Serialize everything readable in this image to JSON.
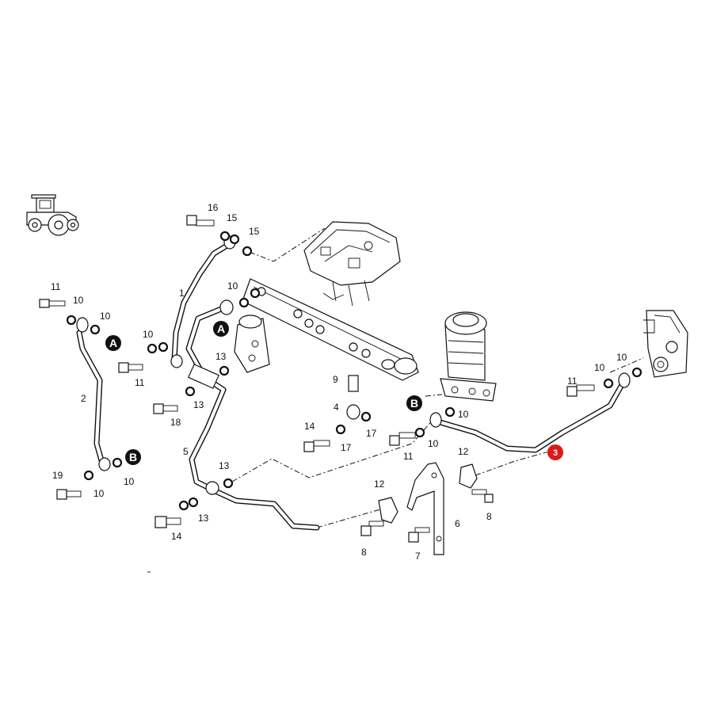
{
  "diagram": {
    "part_labels": [
      "1",
      "2",
      "3",
      "4",
      "5",
      "6",
      "7",
      "8",
      "9",
      "10",
      "11",
      "12",
      "13",
      "14",
      "15",
      "16",
      "17",
      "18",
      "19"
    ],
    "connection_markers": [
      "A",
      "B"
    ],
    "highlighted_callout": "3",
    "icons": [
      "tractor-icon"
    ],
    "colors": {
      "line": "#111111",
      "background": "#ffffff",
      "callout": "#e01818"
    }
  }
}
